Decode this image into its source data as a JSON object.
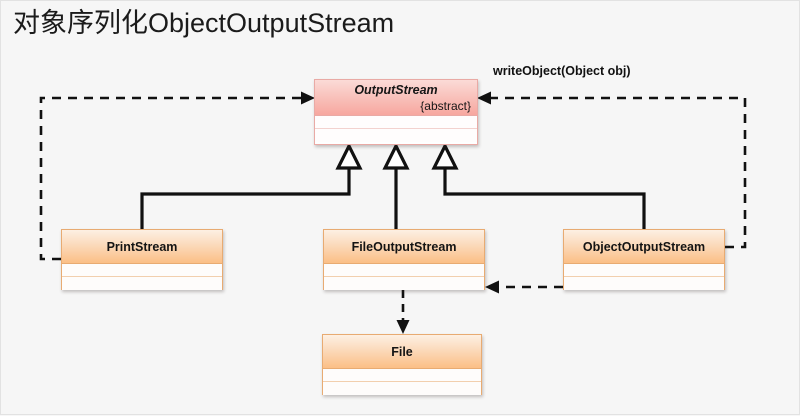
{
  "page": {
    "title": "对象序列化ObjectOutputStream",
    "background_color": "#f6f6f6"
  },
  "diagram": {
    "type": "uml-class-diagram",
    "colors": {
      "abstract_header": "#f7a79f",
      "concrete_header": "#fbbf86",
      "abstract_border": "#e9aaa5",
      "concrete_border": "#e8ab72",
      "connector": "#111111"
    },
    "classes": [
      {
        "id": "output-stream",
        "name": "OutputStream",
        "stereotype": "{abstract}",
        "abstract": true,
        "compartments": [
          "",
          ""
        ]
      },
      {
        "id": "print-stream",
        "name": "PrintStream",
        "stereotype": "",
        "abstract": false,
        "compartments": [
          "",
          ""
        ]
      },
      {
        "id": "file-output-stream",
        "name": "FileOutputStream",
        "stereotype": "",
        "abstract": false,
        "compartments": [
          "",
          ""
        ]
      },
      {
        "id": "object-output-stream",
        "name": "ObjectOutputStream",
        "stereotype": "",
        "abstract": false,
        "compartments": [
          "",
          ""
        ]
      },
      {
        "id": "file",
        "name": "File",
        "stereotype": "",
        "abstract": false,
        "compartments": [
          "",
          ""
        ]
      }
    ],
    "relations": [
      {
        "id": "print-stream-extends",
        "kind": "generalization",
        "from": "PrintStream",
        "to": "OutputStream",
        "label": ""
      },
      {
        "id": "file-output-stream-extends",
        "kind": "generalization",
        "from": "FileOutputStream",
        "to": "OutputStream",
        "label": ""
      },
      {
        "id": "object-output-stream-extends",
        "kind": "generalization",
        "from": "ObjectOutputStream",
        "to": "OutputStream",
        "label": ""
      },
      {
        "id": "print-stream-depends",
        "kind": "dependency",
        "from": "PrintStream",
        "to": "OutputStream",
        "label": ""
      },
      {
        "id": "object-output-stream-depends",
        "kind": "dependency",
        "from": "ObjectOutputStream",
        "to": "OutputStream",
        "label": "writeObject(Object obj)"
      },
      {
        "id": "object-to-file-output-depends",
        "kind": "dependency",
        "from": "ObjectOutputStream",
        "to": "FileOutputStream",
        "label": ""
      },
      {
        "id": "file-output-to-file-depends",
        "kind": "dependency",
        "from": "FileOutputStream",
        "to": "File",
        "label": ""
      }
    ],
    "edge_labels": {
      "write_object": "writeObject(Object obj)"
    }
  }
}
